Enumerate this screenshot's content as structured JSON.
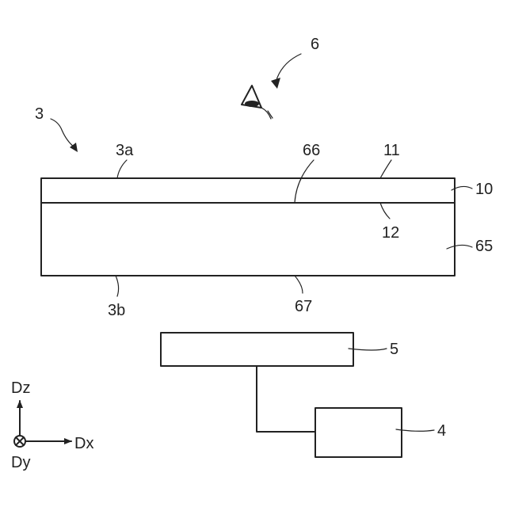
{
  "labels": {
    "device": "3",
    "front_surface": "3a",
    "back_surface": "3b",
    "viewer": "6",
    "interface": "66",
    "surface_upper": "11",
    "surface_lower": "12",
    "layer_top": "10",
    "layer_main": "65",
    "bottom_surface": "67",
    "unit_upper": "5",
    "unit_lower": "4"
  },
  "axes": {
    "vertical": "Dz",
    "horizontal": "Dx",
    "depth": "Dy"
  }
}
